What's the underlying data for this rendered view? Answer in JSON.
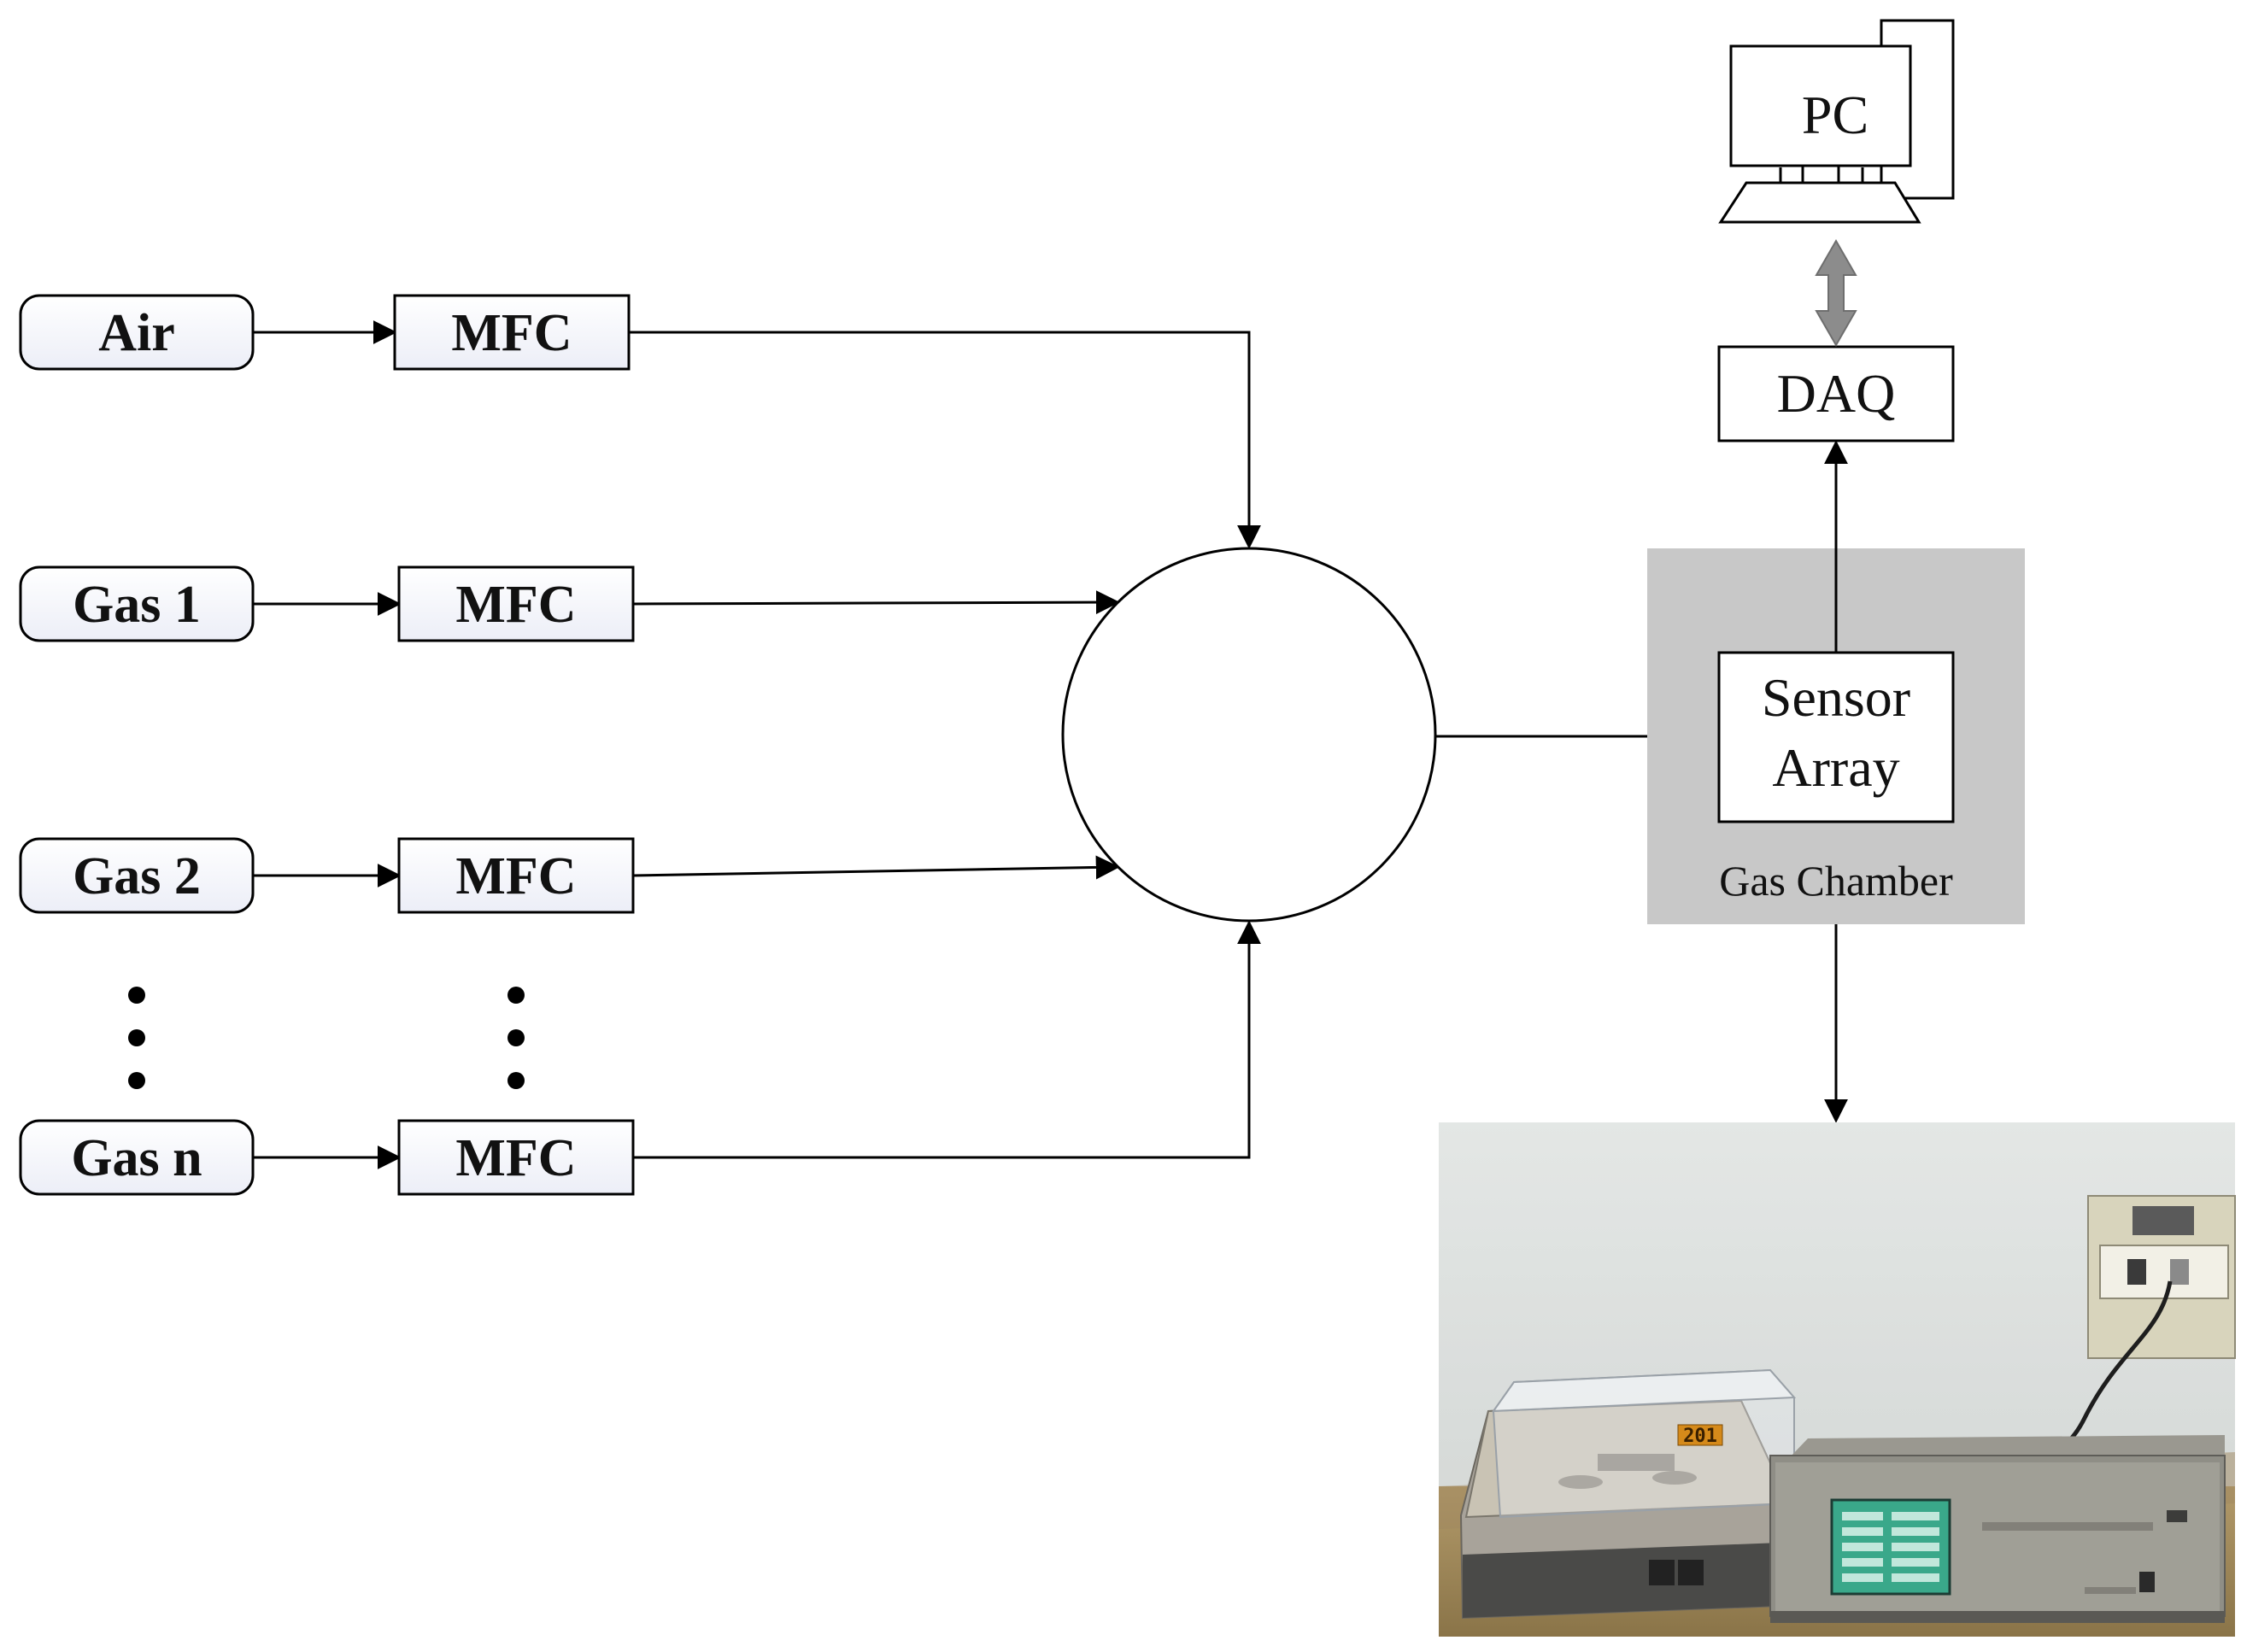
{
  "sources": [
    {
      "label": "Air",
      "mfc_label": "MFC"
    },
    {
      "label": "Gas 1",
      "mfc_label": "MFC"
    },
    {
      "label": "Gas 2",
      "mfc_label": "MFC"
    },
    {
      "label": "Gas n",
      "mfc_label": "MFC"
    }
  ],
  "computer": {
    "label": "PC"
  },
  "daq": {
    "label": "DAQ"
  },
  "sensor": {
    "line1": "Sensor",
    "line2": "Array"
  },
  "chamber": {
    "label": "Gas Chamber"
  },
  "photo": {
    "counter_text": "201"
  },
  "colors": {
    "line": "#000000",
    "chamber_bg": "#c8c8c8",
    "box_fill_top": "#ffffff",
    "box_fill_bottom": "#eef0f8",
    "bidir_arrow": "#8c8c8c"
  }
}
